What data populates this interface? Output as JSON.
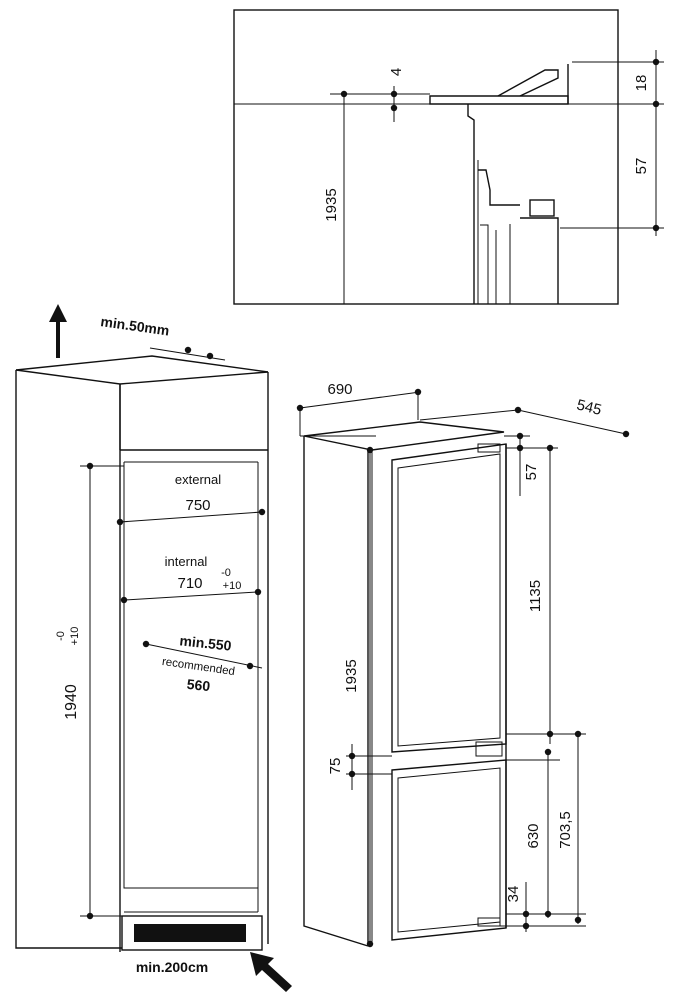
{
  "detail": {
    "dim_4": "4",
    "dim_18": "18",
    "dim_57": "57",
    "dim_1935": "1935"
  },
  "niche": {
    "min_top_gap": "min.50mm",
    "height_main": "1940",
    "height_tol_minus": "-0",
    "height_tol_plus": "+10",
    "external_label": "external",
    "external_value": "750",
    "internal_label": "internal",
    "internal_value": "710",
    "internal_tol_minus": "-0",
    "internal_tol_plus": "+10",
    "min_depth": "min.550",
    "recommended_label": "recommended",
    "recommended_value": "560",
    "vent_area": "min.200cm"
  },
  "appliance": {
    "width": "690",
    "depth": "545",
    "top_offset": "57",
    "upper_door": "1135",
    "total_height": "1935",
    "door_gap": "75",
    "lower_door": "630",
    "lower_total": "703,5",
    "bottom_offset": "34"
  }
}
